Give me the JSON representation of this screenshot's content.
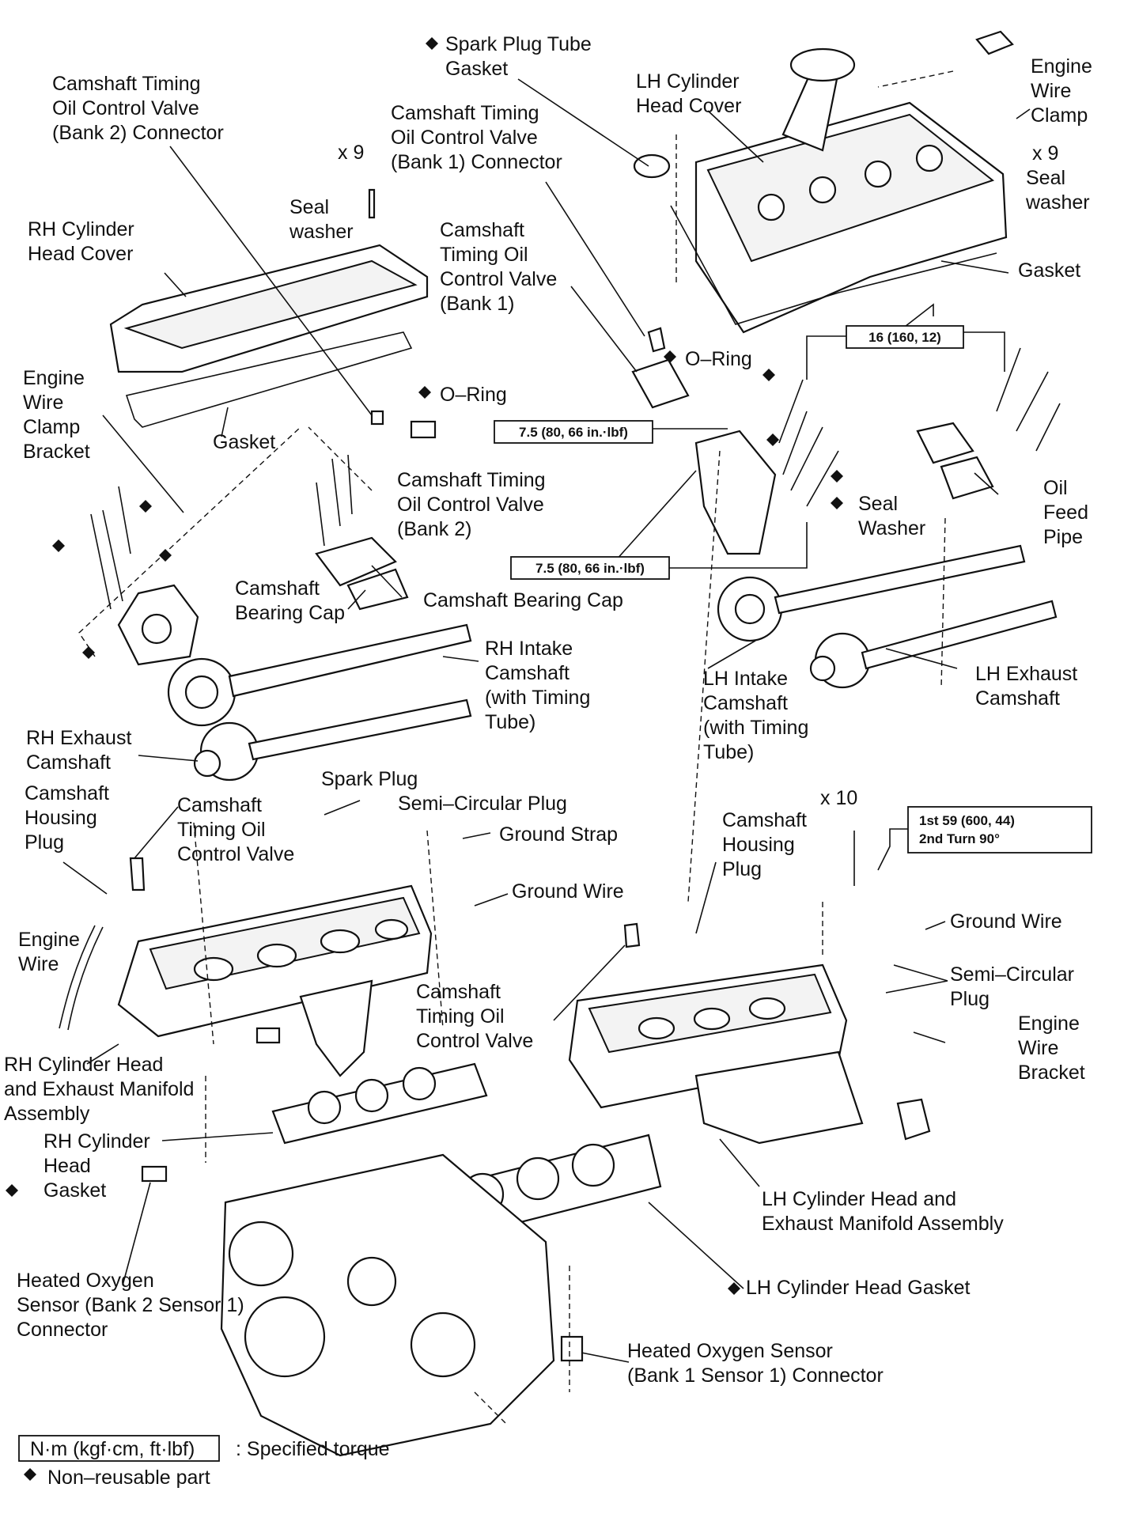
{
  "labels": {
    "camshaft_timing_ocv_bank2_connector": [
      "Camshaft Timing",
      "Oil Control Valve",
      "(Bank 2) Connector"
    ],
    "spark_plug_tube_gasket": [
      "Spark Plug Tube",
      "Gasket"
    ],
    "lh_cylinder_head_cover": [
      "LH Cylinder",
      "Head Cover"
    ],
    "engine_wire_clamp": [
      "Engine",
      "Wire",
      "Clamp"
    ],
    "x9_top_right": "x 9",
    "seal_washer_top_right": [
      "Seal",
      "washer"
    ],
    "camshaft_timing_ocv_bank1_connector": [
      "Camshaft Timing",
      "Oil Control Valve",
      "(Bank 1) Connector"
    ],
    "x9_left": "x 9",
    "seal_washer_left": [
      "Seal",
      "washer"
    ],
    "rh_cylinder_head_cover": [
      "RH Cylinder",
      "Head Cover"
    ],
    "camshaft_timing_ocv_bank1": [
      "Camshaft",
      "Timing Oil",
      "Control Valve",
      "(Bank 1)"
    ],
    "gasket_right": "Gasket",
    "o_ring_right": "O–Ring",
    "o_ring_left": "O–Ring",
    "engine_wire_clamp_bracket": [
      "Engine",
      "Wire",
      "Clamp",
      "Bracket"
    ],
    "gasket_left": "Gasket",
    "camshaft_timing_ocv_bank2": [
      "Camshaft Timing",
      "Oil Control Valve",
      "(Bank 2)"
    ],
    "seal_washer_mid": [
      "Seal",
      "Washer"
    ],
    "oil_feed_pipe": [
      "Oil",
      "Feed",
      "Pipe"
    ],
    "camshaft_bearing_cap_left": [
      "Camshaft",
      "Bearing Cap"
    ],
    "camshaft_bearing_cap_mid": "Camshaft Bearing Cap",
    "rh_intake_camshaft": [
      "RH Intake",
      "Camshaft",
      "(with Timing",
      "Tube)"
    ],
    "lh_intake_camshaft": [
      "LH Intake",
      "Camshaft",
      "(with Timing",
      "Tube)"
    ],
    "lh_exhaust_camshaft": [
      "LH Exhaust",
      "Camshaft"
    ],
    "rh_exhaust_camshaft": [
      "RH Exhaust",
      "Camshaft"
    ],
    "camshaft_housing_plug_left": [
      "Camshaft",
      "Housing",
      "Plug"
    ],
    "camshaft_timing_ocv_left": [
      "Camshaft",
      "Timing Oil",
      "Control Valve"
    ],
    "spark_plug": "Spark Plug",
    "semi_circular_plug_top": "Semi–Circular Plug",
    "ground_strap": "Ground Strap",
    "ground_wire_left": "Ground Wire",
    "x10": "x 10",
    "camshaft_housing_plug_right": [
      "Camshaft",
      "Housing",
      "Plug"
    ],
    "ground_wire_right": "Ground Wire",
    "engine_wire_left": [
      "Engine",
      "Wire"
    ],
    "semi_circular_plug_right": [
      "Semi–Circular",
      "Plug"
    ],
    "camshaft_timing_ocv_mid": [
      "Camshaft",
      "Timing Oil",
      "Control Valve"
    ],
    "engine_wire_bracket": [
      "Engine",
      "Wire",
      "Bracket"
    ],
    "rh_head_exhaust_manifold_assy": [
      "RH Cylinder Head",
      "and Exhaust Manifold",
      "Assembly"
    ],
    "rh_cylinder_head_gasket": [
      "RH Cylinder",
      "Head",
      "Gasket"
    ],
    "lh_head_exhaust_manifold_assy": [
      "LH Cylinder Head and",
      "Exhaust Manifold Assembly"
    ],
    "lh_cylinder_head_gasket": "LH Cylinder Head Gasket",
    "heated_o2_bank2_connector": [
      "Heated Oxygen",
      "Sensor (Bank 2 Sensor 1)",
      "Connector"
    ],
    "heated_o2_bank1_connector": [
      "Heated Oxygen Sensor",
      "(Bank 1 Sensor 1) Connector"
    ]
  },
  "torque_boxes": {
    "ocv_bank2_bolt": "7.5 (80, 66 in.·lbf)",
    "ocv_bank1_bolt": "7.5 (80, 66 in.·lbf)",
    "bearing_cap_bolt": "16 (160, 12)",
    "head_bolt": [
      "1st  59 (600, 44)",
      "2nd Turn 90°"
    ]
  },
  "legend": {
    "torque_unit_box": "N·m (kgf·cm, ft·lbf)",
    "torque_unit_text": ": Specified torque",
    "non_reusable_text": "Non–reusable part"
  },
  "icons": [
    "non-reusable-diamond-icon"
  ]
}
